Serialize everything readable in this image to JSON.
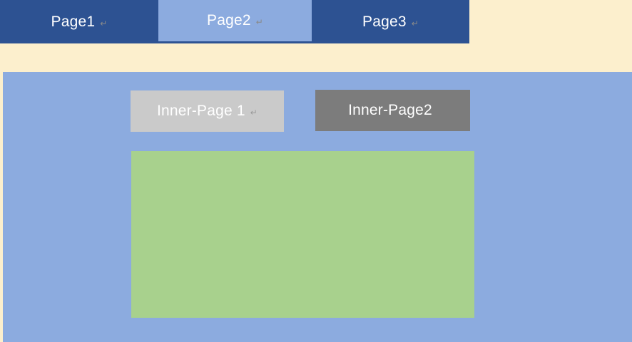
{
  "nav": {
    "tabs": [
      {
        "label": "Page1",
        "return_mark": "↵",
        "active": false
      },
      {
        "label": "Page2",
        "return_mark": "↵",
        "active": true
      },
      {
        "label": "Page3",
        "return_mark": "↵",
        "active": false
      }
    ],
    "background_color": "#2d5292",
    "active_tab_color": "#8cabdf",
    "text_color": "#ffffff"
  },
  "separator": {
    "background_color": "#fcefcd"
  },
  "content": {
    "background_color": "#8cabdf",
    "inner_pages": [
      {
        "label": "Inner-Page 1",
        "return_mark": "↵",
        "background_color": "#cacaca"
      },
      {
        "label": "Inner-Page2",
        "return_mark": "",
        "background_color": "#7c7c7c"
      }
    ],
    "panel": {
      "background_color": "#a8d18d"
    }
  }
}
